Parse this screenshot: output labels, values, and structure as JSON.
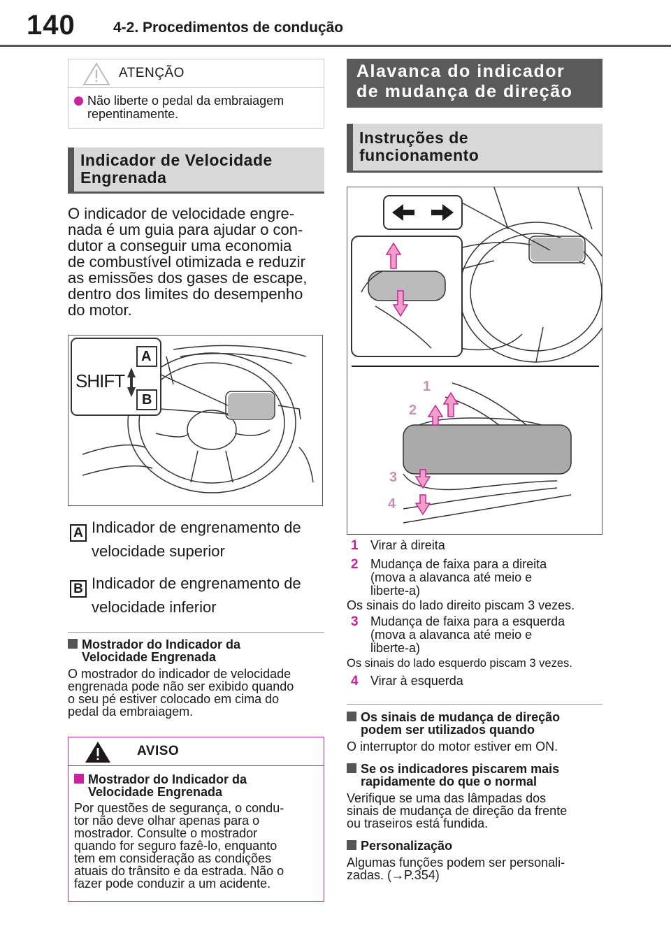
{
  "header": {
    "page_number": "140",
    "section": "4-2. Procedimentos de condução"
  },
  "atencao": {
    "title": "ATENÇÃO",
    "line1": "Não liberte o pedal da embraiagem",
    "line2": "repentinamente."
  },
  "gear_indicator": {
    "heading_line1": "Indicador de Velocidade",
    "heading_line2": "Engrenada",
    "paragraph": [
      "O indicador de velocidade engre-",
      "nada é um guia para ajudar o con-",
      "dutor a conseguir uma economia",
      "de combustível otimizada e reduzir",
      "as emissões dos gases de escape,",
      "dentro dos limites do desempenho",
      "do motor."
    ],
    "figure_label_shift": "SHIFT",
    "figure_label_a": "A",
    "figure_label_b": "B",
    "callouts": [
      {
        "letter": "A",
        "line1": "Indicador de engrenamento de",
        "line2": "velocidade superior"
      },
      {
        "letter": "B",
        "line1": "Indicador de engrenamento de",
        "line2": "velocidade inferior"
      }
    ],
    "display_heading_line1": "Mostrador do Indicador da",
    "display_heading_line2": "Velocidade Engrenada",
    "display_text": [
      "O mostrador do indicador de velocidade",
      "engrenada pode não ser exibido quando",
      "o seu pé estiver colocado em cima do",
      "pedal da embraiagem."
    ]
  },
  "aviso": {
    "title": "AVISO",
    "heading_line1": "Mostrador do Indicador da",
    "heading_line2": "Velocidade Engrenada",
    "text": [
      "Por questões de segurança, o condu-",
      "tor não deve olhar apenas para o",
      "mostrador. Consulte o mostrador",
      "quando for seguro fazê-lo, enquanto",
      "tem em consideração as condições",
      "atuais do trânsito e da estrada. Não o",
      "fazer pode conduzir a um acidente."
    ]
  },
  "turn_signal": {
    "heading_line1": "Alavanca do indicador",
    "heading_line2": "de mudança de direção",
    "sub_line1": "Instruções de",
    "sub_line2": "funcionamento",
    "figure_numbers": [
      "1",
      "2",
      "3",
      "4"
    ],
    "items": [
      {
        "n": "1",
        "lines": [
          "Virar à direita"
        ]
      },
      {
        "n": "2",
        "lines": [
          "Mudança de faixa para a direita",
          "(mova a alavanca até meio e",
          "liberte-a)"
        ]
      }
    ],
    "note_right": "Os sinais do lado direito piscam 3 vezes.",
    "items2": [
      {
        "n": "3",
        "lines": [
          "Mudança de faixa para a esquerda",
          "(mova a alavanca até meio e",
          "liberte-a)"
        ]
      }
    ],
    "note_left": "Os sinais do lado esquerdo piscam 3 vezes.",
    "items3": [
      {
        "n": "4",
        "lines": [
          "Virar à esquerda"
        ]
      }
    ],
    "usable_heading_line1": "Os sinais de mudança de direção",
    "usable_heading_line2": "podem ser utilizados quando",
    "usable_text": "O interruptor do motor estiver em ON.",
    "fast_heading_line1": "Se os indicadores piscarem mais",
    "fast_heading_line2": "rapidamente do que o normal",
    "fast_text": [
      "Verifique se uma das lâmpadas dos",
      "sinais de mudança de direção da frente",
      "ou traseiros está fundida."
    ],
    "custom_heading": "Personalização",
    "custom_text": [
      "Algumas funções podem ser personali-",
      "zadas. (→P.354)"
    ]
  },
  "colors": {
    "accent": "#c8229c",
    "bar_gray": "#d8d8d8",
    "bar_dark": "#5a5a5a"
  }
}
